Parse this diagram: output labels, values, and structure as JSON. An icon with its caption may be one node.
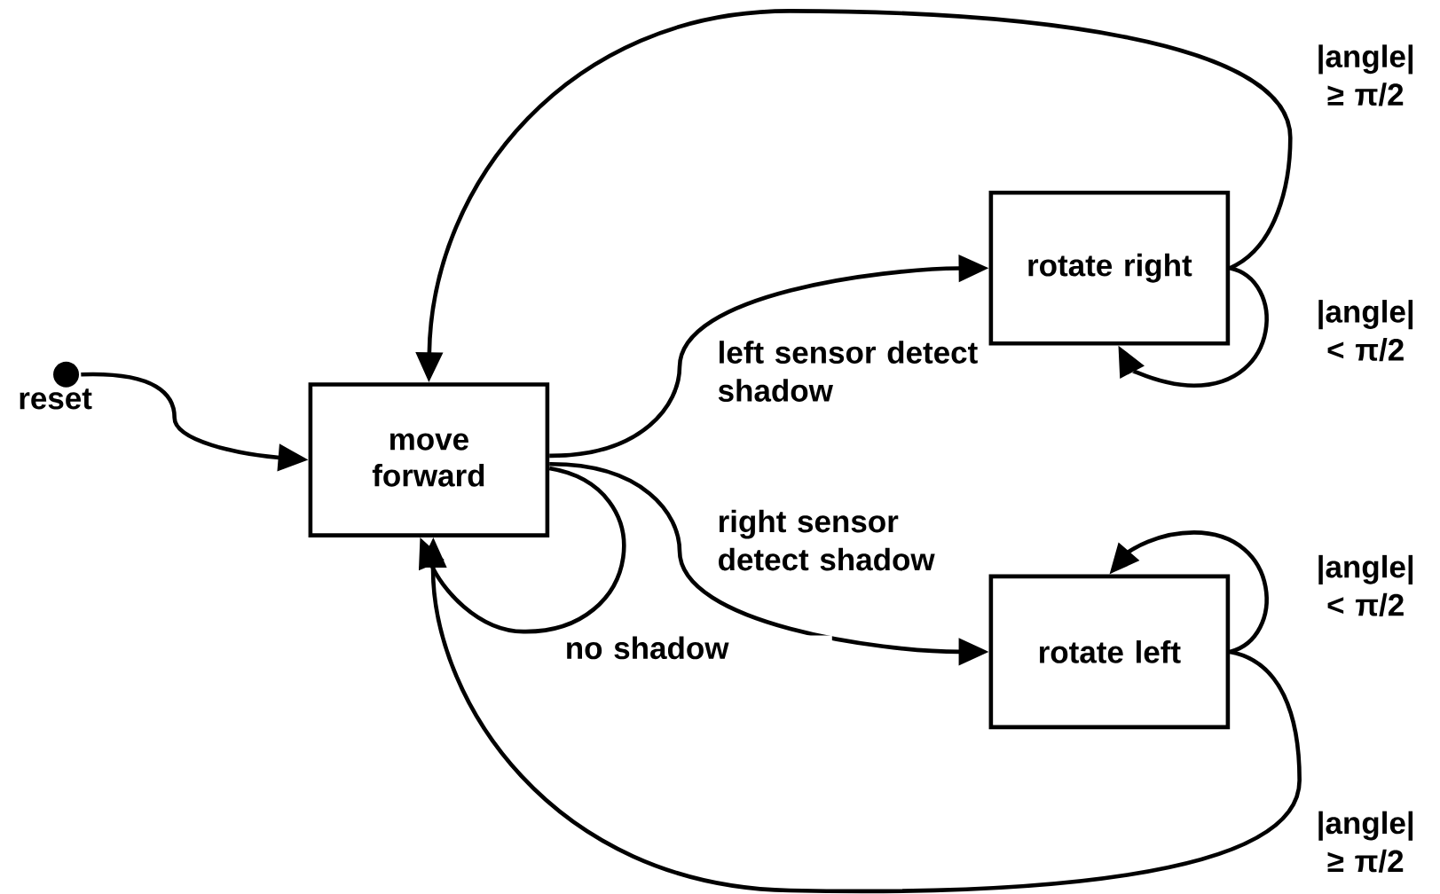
{
  "diagram": {
    "nodes": [
      {
        "text": [],
        "shape": "circle",
        "beside": [
          "reset"
        ]
      },
      {
        "text": [
          "move forward"
        ]
      },
      {
        "text": [
          "rotate right"
        ]
      },
      {
        "text": [
          "rotate left"
        ]
      }
    ],
    "edges": [
      {
        "from": 0,
        "to": 1,
        "arrow": "to"
      },
      {
        "from": 1,
        "to": 2,
        "arrow": "to",
        "label": "left sensor detect shadow"
      },
      {
        "from": 1,
        "to": 3,
        "arrow": "to",
        "label": "right sensor detect shadow"
      },
      {
        "from": 1,
        "to": 1,
        "arrow": "to",
        "label": "no shadow"
      },
      {
        "from": 2,
        "to": 1,
        "arrow": "to",
        "label": "|angle| ≥ π/2"
      },
      {
        "from": 2,
        "to": 2,
        "arrow": "to",
        "label": "|angle| < π/2"
      },
      {
        "from": 3,
        "to": 3,
        "arrow": "to",
        "label": "|angle| < π/2"
      },
      {
        "from": 3,
        "to": 1,
        "arrow": "to",
        "label": "|angle| ≥ π/2"
      }
    ]
  }
}
